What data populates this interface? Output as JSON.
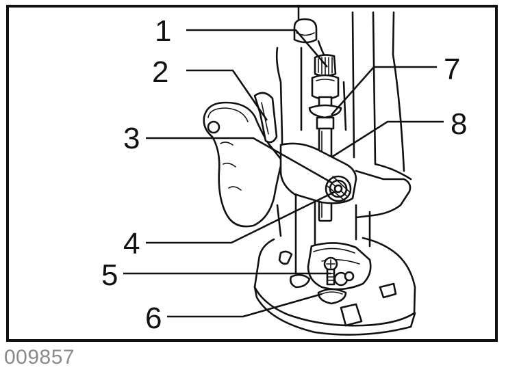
{
  "figure": {
    "code": "009857",
    "callouts": [
      {
        "label": "1"
      },
      {
        "label": "2"
      },
      {
        "label": "3"
      },
      {
        "label": "4"
      },
      {
        "label": "5"
      },
      {
        "label": "6"
      },
      {
        "label": "7"
      },
      {
        "label": "8"
      }
    ]
  }
}
